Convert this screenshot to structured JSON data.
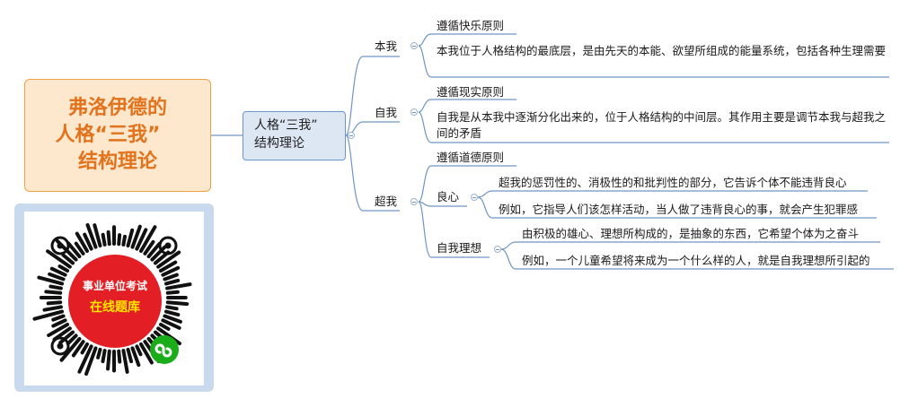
{
  "title": {
    "lines": [
      "弗洛伊德的",
      "人格“三我”",
      "结构理论"
    ]
  },
  "center": {
    "lines": [
      "人格“三我”",
      "结构理论"
    ]
  },
  "branches": {
    "benwo": {
      "label": "本我",
      "principle": "遵循快乐原则",
      "desc": "本我位于人格结构的最底层，是由先天的本能、欲望所组成的能量系统，包括各种生理需要"
    },
    "ziwo": {
      "label": "自我",
      "principle": "遵循现实原则",
      "desc": "自我是从本我中逐渐分化出来的，位于人格结构的中间层。其作用主要是调节本我与超我之间的矛盾"
    },
    "chaowo": {
      "label": "超我",
      "principle": "遵循道德原则",
      "liangxin": {
        "label": "良心",
        "items": [
          "超我的惩罚性的、消极性的和批判性的部分，它告诉个体不能违背良心",
          "例如，它指导人们该怎样活动，当人做了违背良心的事，就会产生犯罪感"
        ]
      },
      "ziwolixiang": {
        "label": "自我理想",
        "items": [
          "由积极的雄心、理想所构成的，是抽象的东西，它希望个体为之奋斗",
          "例如，一个儿童希望将来成为一个什么样的人，就是自我理想所引起的"
        ]
      }
    }
  },
  "qr": {
    "top_text": "事业单位考试",
    "bottom_text": "在线题库",
    "logo_icon": "mini-program-icon"
  },
  "colors": {
    "title_orange": "#e2731c",
    "title_bg": "#fde7cd",
    "line_blue": "#6f95c4",
    "qr_red": "#e31e24",
    "qr_yellow": "#ffe600",
    "qr_green": "#1aad19"
  }
}
